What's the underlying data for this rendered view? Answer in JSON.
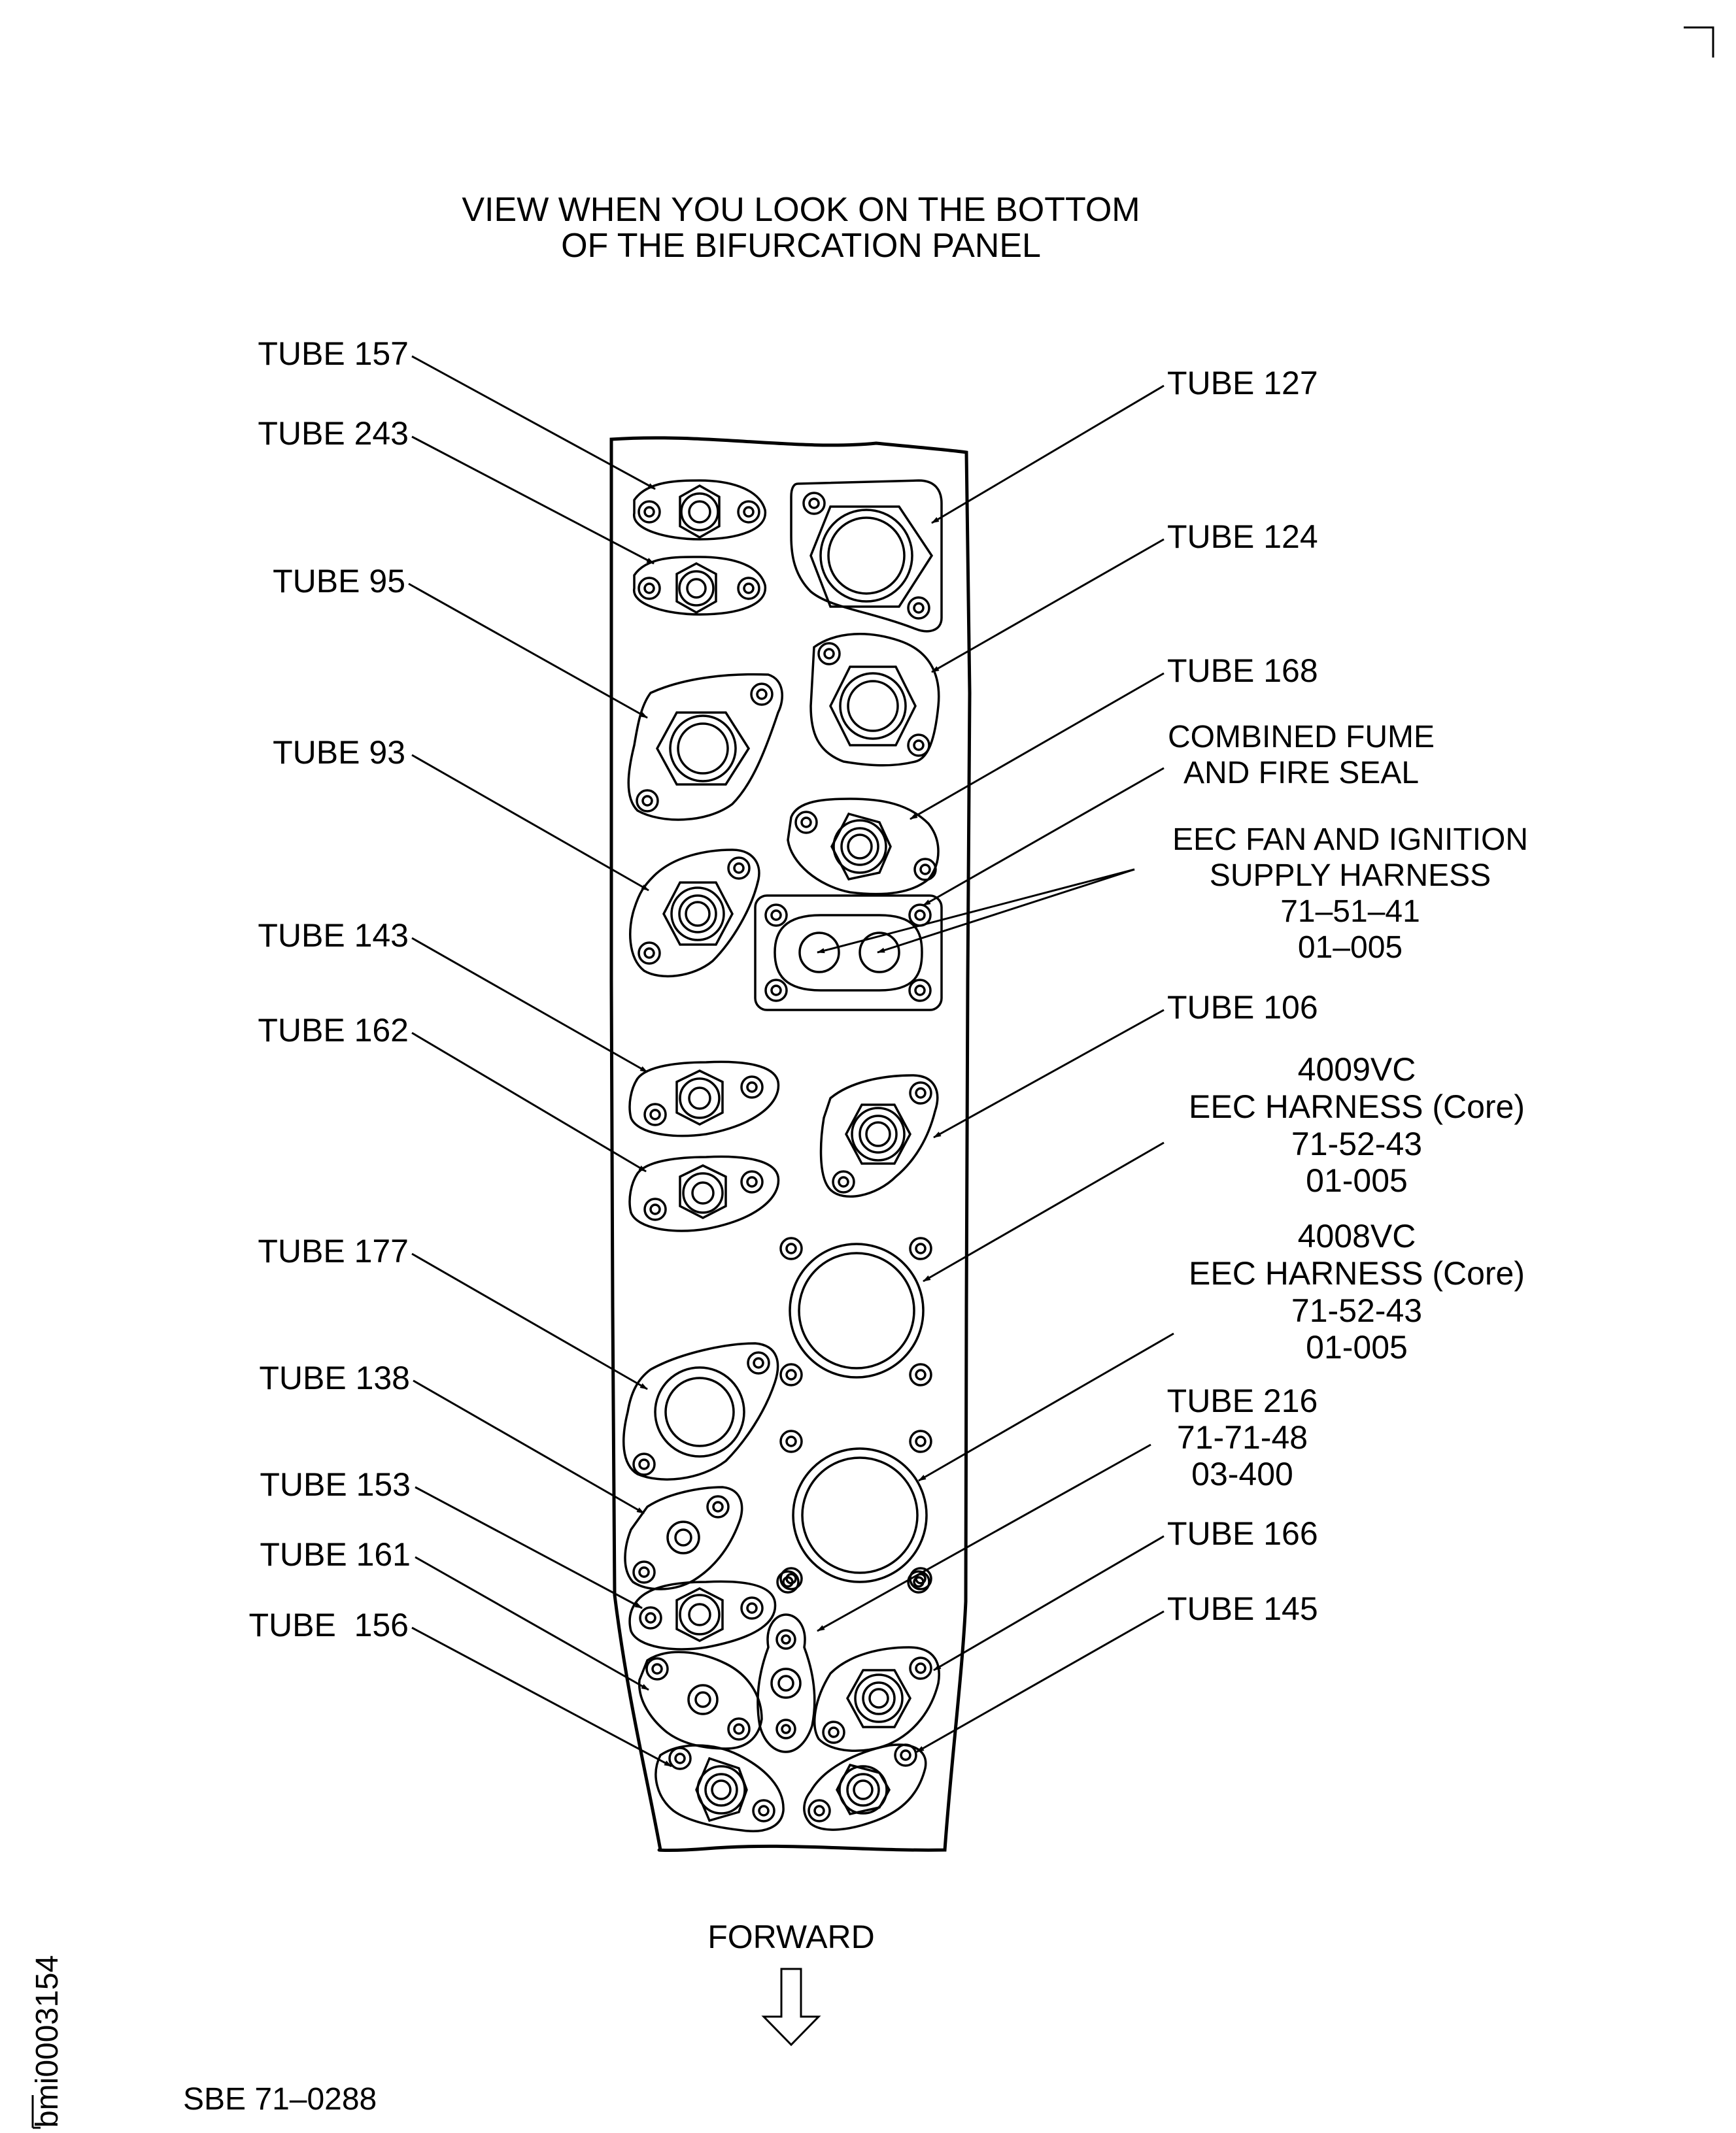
{
  "title": {
    "line1": "VIEW WHEN YOU LOOK ON THE BOTTOM",
    "line2": "OF THE BIFURCATION PANEL"
  },
  "left_labels": {
    "tube_157": "TUBE 157",
    "tube_243": "TUBE 243",
    "tube_95": "TUBE 95",
    "tube_93": "TUBE 93",
    "tube_143": "TUBE 143",
    "tube_162": "TUBE 162",
    "tube_177": "TUBE 177",
    "tube_138": "TUBE 138",
    "tube_153": "TUBE 153",
    "tube_161": "TUBE 161",
    "tube_156": "TUBE  156"
  },
  "right_labels": {
    "tube_127": "TUBE 127",
    "tube_124": "TUBE 124",
    "tube_168": "TUBE 168",
    "fume_seal": [
      "COMBINED FUME",
      "AND FIRE SEAL"
    ],
    "eec_fan": [
      "EEC FAN AND IGNITION",
      "SUPPLY HARNESS",
      "71–51–41",
      "01–005"
    ],
    "tube_106": "TUBE 106",
    "harness_4009": [
      "4009VC",
      "EEC HARNESS (Core)",
      "71-52-43",
      "01-005"
    ],
    "harness_4008": [
      "4008VC",
      "EEC HARNESS (Core)",
      "71-52-43",
      "01-005"
    ],
    "tube_216": [
      "TUBE 216",
      "71-71-48",
      "03-400"
    ],
    "tube_166": "TUBE 166",
    "tube_145": "TUBE 145"
  },
  "forward_label": "FORWARD",
  "ref_code": "SBE 71–0288",
  "image_id": "bmi0003154"
}
